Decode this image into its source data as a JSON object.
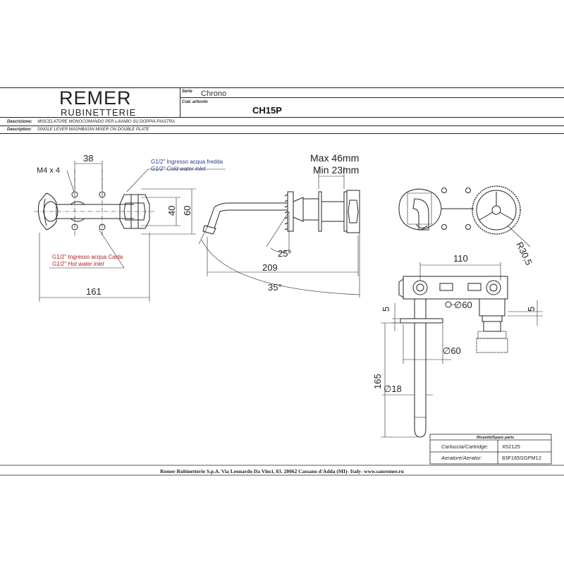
{
  "header": {
    "brand": "REMER",
    "brand_sub": "RUBINETTERIE",
    "series_label": "Serie",
    "series_value": "Chrono",
    "code_label": "Cod. articolo",
    "code_value": "CH15P",
    "description_it_label": "Descrizione:",
    "description_it": "MISCELATORE MONOCOMANDO PER LAVABO SU DOPPIA PIASTRA",
    "description_en_label": "Description:",
    "description_en": "SINGLE LEVER WASHBASIN MIXER ON DOUBLE PLATE"
  },
  "front_view": {
    "dim_38": "38",
    "thread": "M4 x 4",
    "cold_it": "G1/2\" Ingresso acqua fredda",
    "cold_en": "G1/2\" Cold water inlet",
    "hot_it": "G1/2\" Ingresso acqua Calda",
    "hot_en": "G1/2\" Hot water inlet",
    "dim_40": "40",
    "dim_60": "60",
    "dim_161": "161"
  },
  "side_view": {
    "max": "Max 46mm",
    "min": "Min 23mm",
    "angle_25": "25°",
    "dim_209": "209",
    "angle_35": "35°"
  },
  "top_view": {
    "radius": "R30,5"
  },
  "plan_view": {
    "dim_110": "110",
    "dim_5_left": "5",
    "dim_5_right": "5",
    "dia_60_a": "∅60",
    "dia_60_b": "∅60",
    "dim_165": "165",
    "dia_18": "∅18"
  },
  "spare_parts": {
    "title": "Ricambi/Spare parts",
    "cartridge_label": "Cartuccia/Cartridge:",
    "cartridge_value": "X52125",
    "aerator_label": "Aeratore/Aerator:",
    "aerator_value": "83F165SGPM12"
  },
  "footer": {
    "text": "Remer Rubinetterie S.p.A. Via Leonardo Da Vinci, 83. 20062 Cassano d'Adda (MI)- Italy- www.sanremer.ru"
  },
  "colors": {
    "line": "#222222",
    "cold_text": "#2a3a8c",
    "hot_text": "#b02020"
  }
}
